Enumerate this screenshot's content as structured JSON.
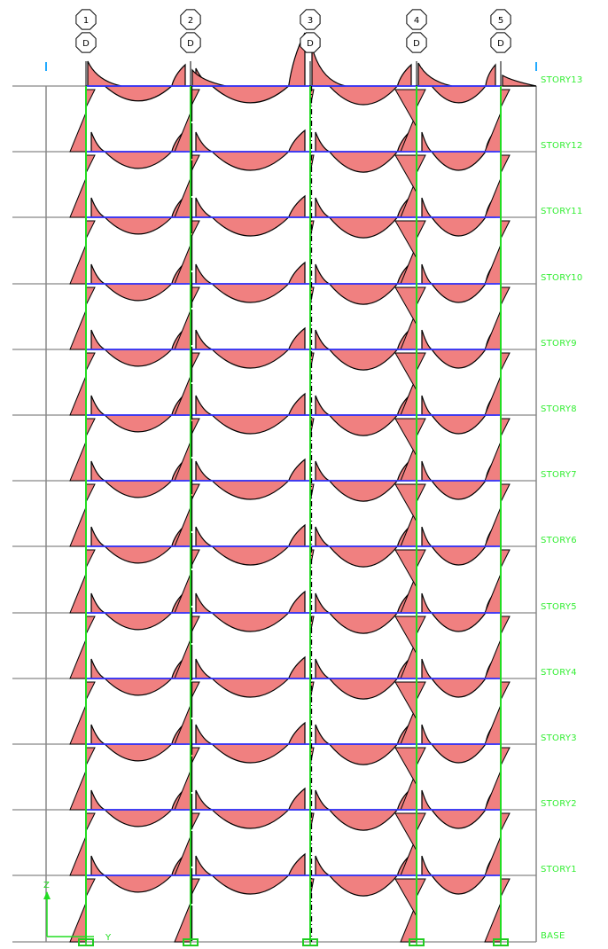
{
  "grid_bubbles": {
    "numbers": [
      "1",
      "2",
      "3",
      "4",
      "5"
    ],
    "letters": [
      "D",
      "D",
      "D",
      "D",
      "D"
    ]
  },
  "stories": [
    "STORY13",
    "STORY12",
    "STORY11",
    "STORY10",
    "STORY9",
    "STORY8",
    "STORY7",
    "STORY6",
    "STORY5",
    "STORY4",
    "STORY3",
    "STORY2",
    "STORY1",
    "BASE"
  ],
  "axis": {
    "vertical": "Z",
    "horizontal": "Y"
  },
  "colors": {
    "beam": "#3333ff",
    "column": "#22dd22",
    "moment_fill": "#f08080",
    "outline": "#000000",
    "label": "#33ee33",
    "gridline": "#888888",
    "support": "#22cc22"
  }
}
